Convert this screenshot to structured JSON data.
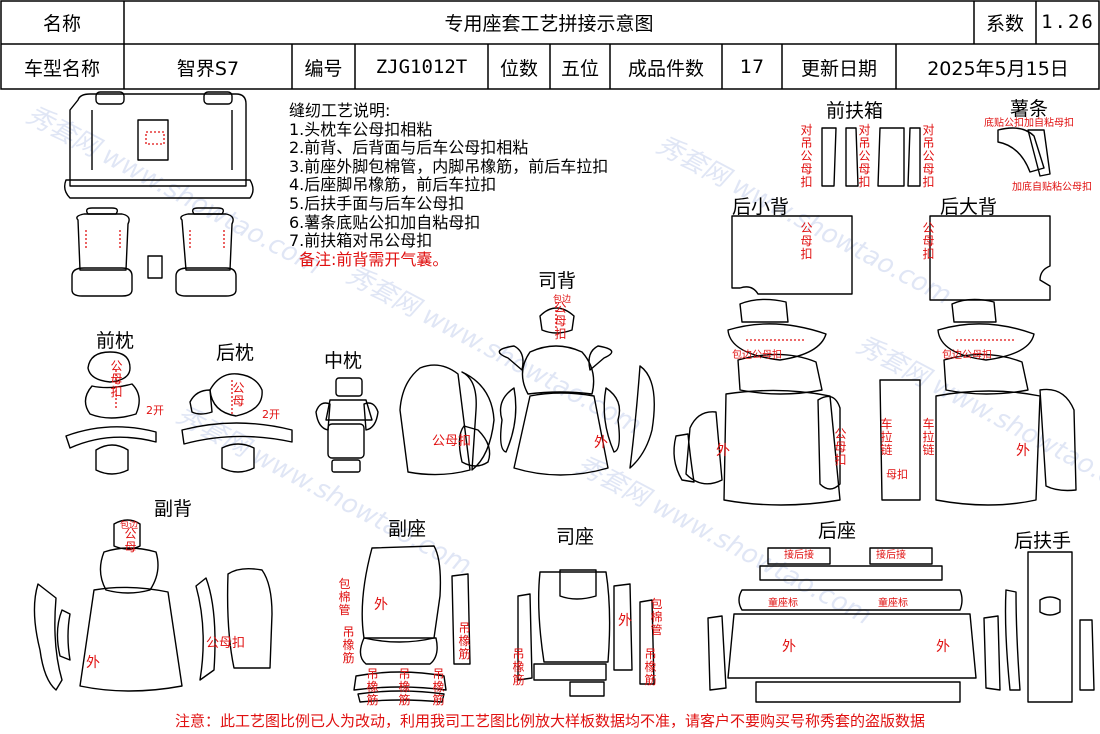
{
  "header": {
    "name_label": "名称",
    "title": "专用座套工艺拼接示意图",
    "coef_label": "系数",
    "coef_value": "1.26",
    "model_label": "车型名称",
    "model_value": "智界S7",
    "code_label": "编号",
    "code_value": "ZJG1012T",
    "seats_label": "位数",
    "seats_value": "五位",
    "pieces_label": "成品件数",
    "pieces_value": "17",
    "date_label": "更新日期",
    "date_value": "2025年5月15日"
  },
  "notes": {
    "title": "缝纫工艺说明:",
    "items": [
      "1.头枕车公母扣相粘",
      "2.前背、后背面与后车公母扣相粘",
      "3.前座外脚包棉管，内脚吊橡筋，前后车拉扣",
      "4.后座脚吊橡筋，前后车拉扣",
      "5.后扶手面与后车公母扣",
      "6.薯条底贴公扣加自粘母扣",
      "7.前扶箱对吊公母扣"
    ],
    "remark": "备注:前背需开气囊。"
  },
  "parts": {
    "front_headrest": "前枕",
    "rear_headrest": "后枕",
    "middle_headrest": "中枕",
    "driver_back": "司背",
    "front_armbox": "前扶箱",
    "strip": "薯条",
    "rear_small_back": "后小背",
    "rear_big_back": "后大背",
    "passenger_back": "副背",
    "passenger_seat": "副座",
    "driver_seat": "司座",
    "rear_seat": "后座",
    "rear_armrest": "后扶手"
  },
  "annotations": {
    "male_female": "公母扣",
    "gongmu_short": "公母",
    "buckle": "扣",
    "outer": "外",
    "open2": "2开",
    "edge_male": "包边公母扣",
    "cotton_tube": "包棉管",
    "hang_rubber": "吊橡筋",
    "zipper": "车拉链",
    "front_rear_join": "接后接",
    "child_seat": "童座标",
    "bottom_male": "底贴公扣加自粘母扣",
    "bottom_male_alt": "加底自贴粘公母扣",
    "hang_gongmu": "对吊公母扣",
    "edge": "包边",
    "hang_mother": "吊公母扣",
    "middle_buckle": "公扣",
    "mother_buckle": "母扣"
  },
  "footer": "注意：此工艺图比例已人为改动，利用我司工艺图比例放大样板数据均不准，请客户不要购买号称秀套的盗版数据",
  "watermark": "秀套网 www.showtao.com",
  "colors": {
    "annotation": "#e01010",
    "watermark": "#c8d2ee",
    "outline": "#000000"
  }
}
